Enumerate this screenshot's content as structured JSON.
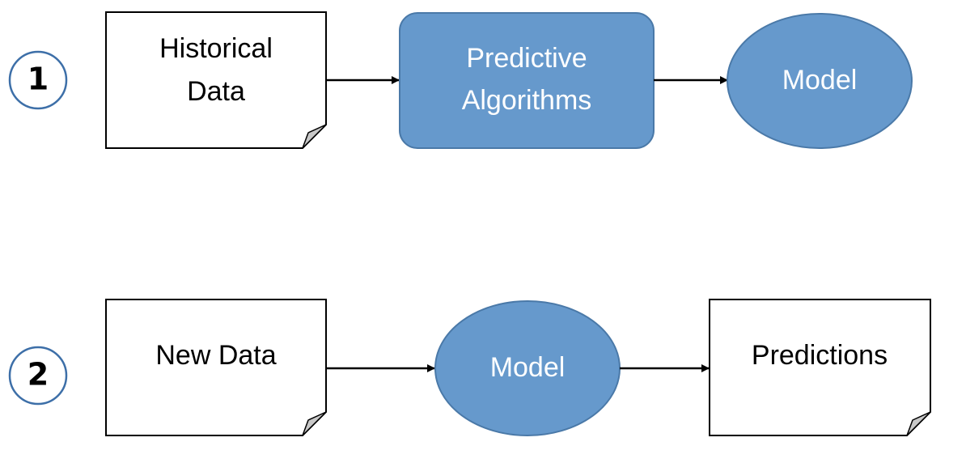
{
  "step1": {
    "number": "1",
    "historical_data": {
      "line1": "Historical",
      "line2": "Data"
    },
    "predictive_algorithms": {
      "line1": "Predictive",
      "line2": "Algorithms"
    },
    "model": "Model"
  },
  "step2": {
    "number": "2",
    "new_data": "New Data",
    "model": "Model",
    "predictions": "Predictions"
  },
  "colors": {
    "shape_fill": "#6699cc",
    "shape_border": "#4a79a8",
    "step_circle_border": "#3d6fa8",
    "fold_fill": "#c8c8c8"
  }
}
